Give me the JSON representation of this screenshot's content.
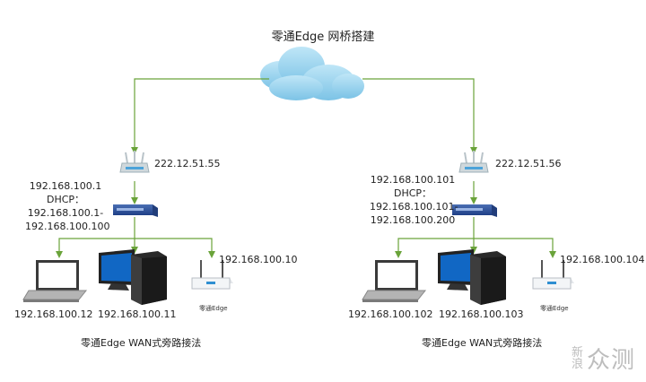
{
  "title": "零通Edge 网桥搭建",
  "line_color": "#6aa33a",
  "left": {
    "wan_ip": "222.12.51.55",
    "lan_ip": "192.168.100.1",
    "dhcp_label": "DHCP：",
    "dhcp_range_start": "192.168.100.1-",
    "dhcp_range_end": "192.168.100.100",
    "laptop_ip": "192.168.100.12",
    "desktop_ip": "192.168.100.11",
    "edge_ip": "192.168.100.10",
    "edge_name": "零通Edge",
    "caption": "零通Edge WAN式旁路接法"
  },
  "right": {
    "wan_ip": "222.12.51.56",
    "lan_ip": "192.168.100.101",
    "dhcp_label": "DHCP：",
    "dhcp_range_start": "192.168.100.101-",
    "dhcp_range_end": "192.168.100.200",
    "laptop_ip": "192.168.100.102",
    "desktop_ip": "192.168.100.103",
    "edge_ip": "192.168.100.104",
    "edge_name": "零通Edge",
    "caption": "零通Edge WAN式旁路接法"
  },
  "watermark": {
    "small_1": "新",
    "small_2": "浪",
    "large": "众测"
  }
}
